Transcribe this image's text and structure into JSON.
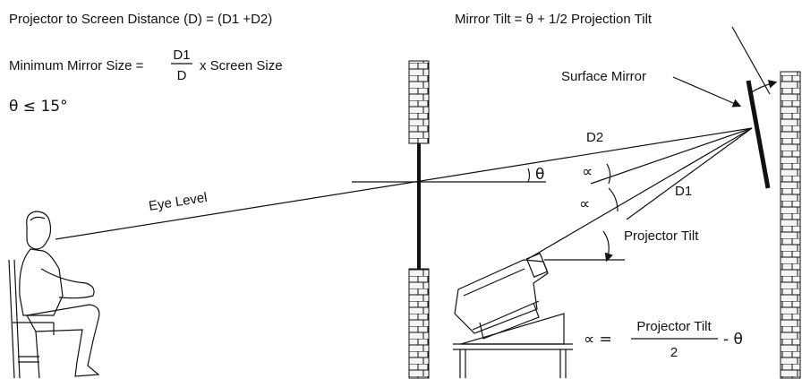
{
  "formulas": {
    "distance": "Projector to Screen Distance (D) = (D1 +D2)",
    "mirror_size_prefix": "Minimum Mirror Size =",
    "mirror_size_num": "D1",
    "mirror_size_den": "D",
    "mirror_size_suffix": "x Screen Size",
    "theta_limit": "θ ≤ 15°",
    "mirror_tilt": "Mirror Tilt = θ + 1/2 Projection Tilt",
    "alpha_lhs": "∝ =",
    "alpha_num": "Projector Tilt",
    "alpha_den": "2",
    "alpha_rhs": "- θ"
  },
  "labels": {
    "surface_mirror": "Surface Mirror",
    "d2": "D2",
    "d1": "D1",
    "eye_level": "Eye Level",
    "projector_tilt": "Projector Tilt",
    "theta": "θ",
    "alpha": "∝"
  },
  "colors": {
    "ink": "#111111",
    "paper": "#ffffff",
    "brick_fill": "#f4f4f4"
  },
  "icons": {
    "viewer": "seated-person-icon",
    "projector": "projector-icon",
    "mirror": "mirror-icon",
    "screen": "screen-icon",
    "wall": "brick-wall-icon"
  }
}
